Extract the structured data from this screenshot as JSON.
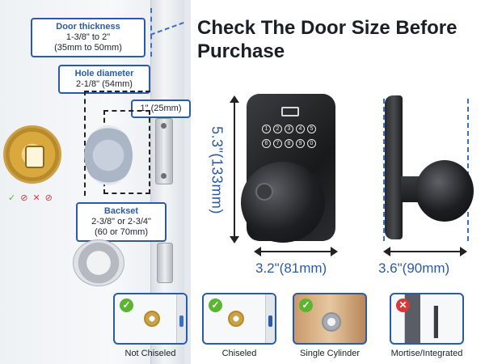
{
  "headline": "Check The Door Size Before Purchase",
  "callouts": {
    "door_thickness": {
      "title": "Door thickness",
      "line1": "1-3/8\" to 2\"",
      "line2": "(35mm to 50mm)"
    },
    "hole_diameter": {
      "title": "Hole diameter",
      "line1": "2-1/8\" (54mm)"
    },
    "latch": {
      "line1": "1\" (25mm)"
    },
    "backset": {
      "title": "Backset",
      "line1": "2-3/8\" or 2-3/4\"",
      "line2": "(60 or 70mm)"
    }
  },
  "dimensions": {
    "height": "5.3\"(133mm)",
    "width": "3.2\"(81mm)",
    "depth": "3.6\"(90mm)"
  },
  "keypad_keys": [
    "1",
    "2",
    "3",
    "4",
    "5",
    "6",
    "7",
    "8",
    "9",
    "0"
  ],
  "thumbnails": [
    {
      "label": "Not Chiseled",
      "status": "ok"
    },
    {
      "label": "Chiseled",
      "status": "ok"
    },
    {
      "label": "Single Cylinder",
      "status": "ok"
    },
    {
      "label": "Mortise/Integrated",
      "status": "no"
    }
  ],
  "colors": {
    "accent": "#2b5ba8",
    "ok": "#5cb531",
    "no": "#d93838"
  }
}
